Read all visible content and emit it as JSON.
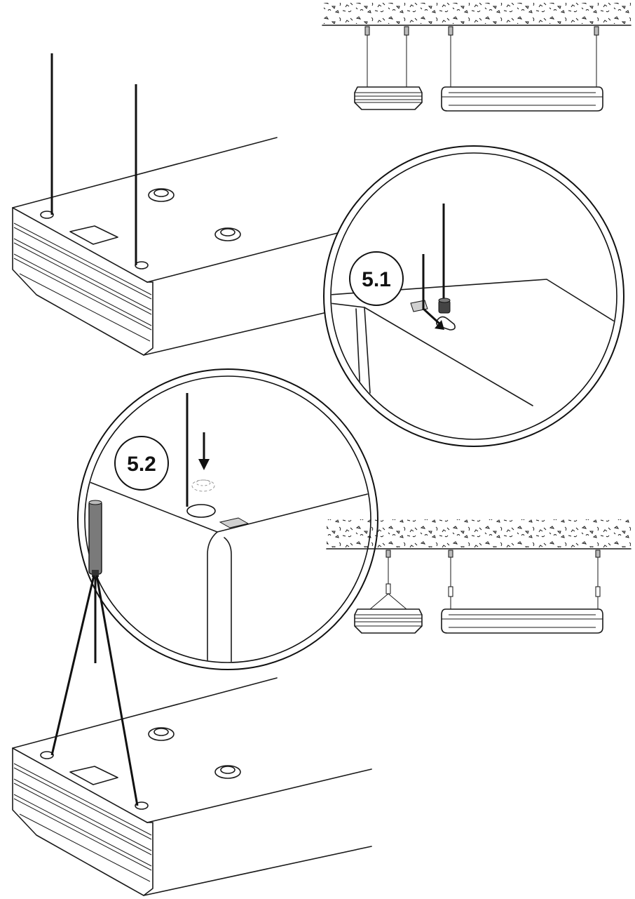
{
  "steps": [
    {
      "id": "5.1",
      "label": "5.1"
    },
    {
      "id": "5.2",
      "label": "5.2"
    }
  ],
  "colors": {
    "line": "#1a1a1a",
    "paper": "#ffffff",
    "pad_fill": "#d0d0d0",
    "ghost": "#9a9a9a"
  },
  "icons": [
    "down-arrow-icon",
    "ceiling-texture",
    "suspension-wire"
  ]
}
